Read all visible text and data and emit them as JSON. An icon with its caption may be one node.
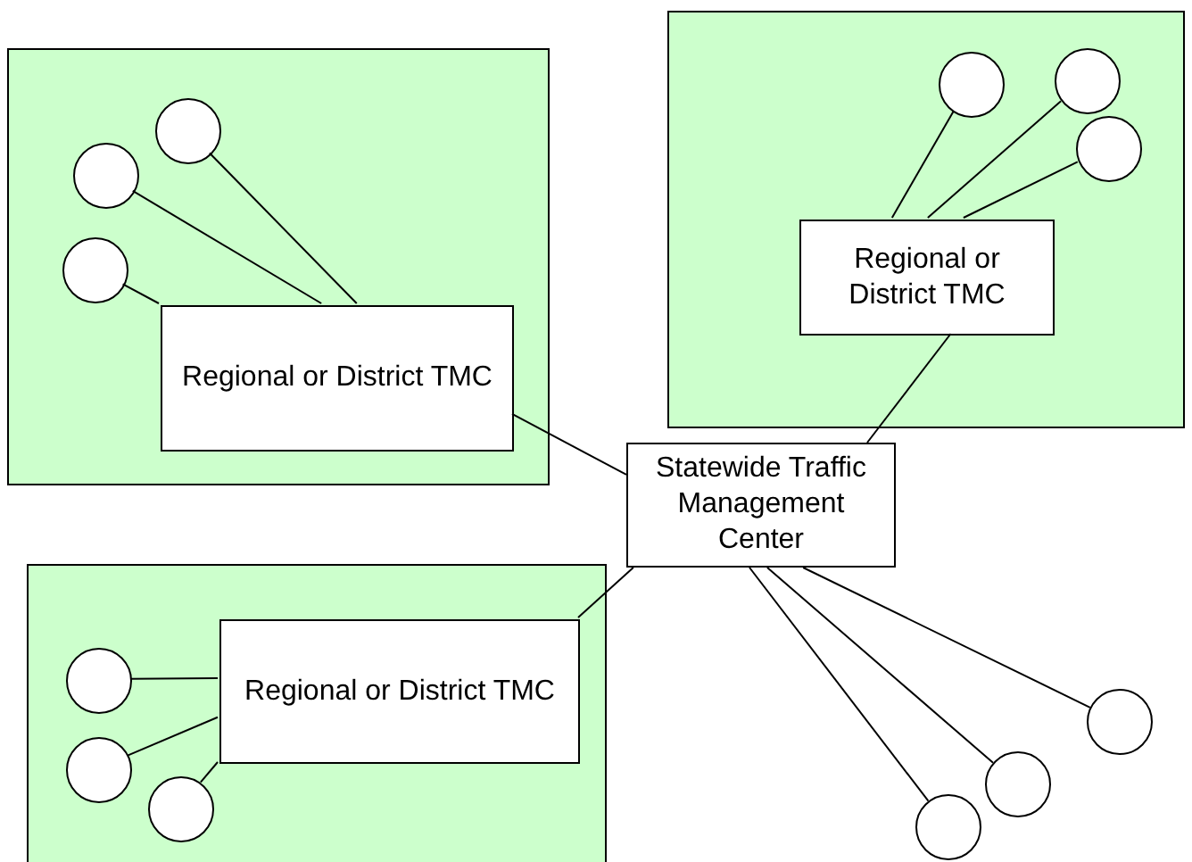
{
  "diagram": {
    "nodes": [
      {
        "text": [],
        "shape": "box"
      },
      {
        "text": [],
        "shape": "circle",
        "in": 0
      },
      {
        "text": [],
        "shape": "circle",
        "in": 0
      },
      {
        "text": [],
        "shape": "circle",
        "in": 0
      },
      {
        "text": [
          "Regional or District TMC"
        ],
        "in": 0
      },
      {
        "text": [],
        "shape": "box"
      },
      {
        "text": [
          "Regional or District TMC"
        ],
        "in": 5
      },
      {
        "text": [],
        "shape": "circle",
        "in": 5
      },
      {
        "text": [],
        "shape": "circle",
        "in": 5
      },
      {
        "text": [],
        "shape": "circle",
        "in": 5
      },
      {
        "text": [
          "Statewide Traffic Management Center"
        ]
      },
      {
        "text": [],
        "shape": "box"
      },
      {
        "text": [
          "Regional or District TMC"
        ],
        "in": 11
      },
      {
        "text": [],
        "shape": "circle",
        "in": 11
      },
      {
        "text": [],
        "shape": "circle",
        "in": 11
      },
      {
        "text": [],
        "shape": "circle",
        "in": 11
      },
      {
        "text": [],
        "shape": "circle"
      },
      {
        "text": [],
        "shape": "circle"
      },
      {
        "text": [],
        "shape": "circle"
      }
    ],
    "edges": [
      {
        "from": 1,
        "to": 4,
        "arrow": "none"
      },
      {
        "from": 2,
        "to": 4,
        "arrow": "none"
      },
      {
        "from": 3,
        "to": 4,
        "arrow": "none"
      },
      {
        "from": 7,
        "to": 6,
        "arrow": "none"
      },
      {
        "from": 8,
        "to": 6,
        "arrow": "none"
      },
      {
        "from": 9,
        "to": 6,
        "arrow": "none"
      },
      {
        "from": 4,
        "to": 10,
        "arrow": "none"
      },
      {
        "from": 6,
        "to": 10,
        "arrow": "none"
      },
      {
        "from": 12,
        "to": 10,
        "arrow": "none"
      },
      {
        "from": 13,
        "to": 12,
        "arrow": "none"
      },
      {
        "from": 14,
        "to": 12,
        "arrow": "none"
      },
      {
        "from": 15,
        "to": 12,
        "arrow": "none"
      },
      {
        "from": 10,
        "to": 16,
        "arrow": "none"
      },
      {
        "from": 10,
        "to": 17,
        "arrow": "none"
      },
      {
        "from": 10,
        "to": 18,
        "arrow": "none"
      }
    ]
  }
}
